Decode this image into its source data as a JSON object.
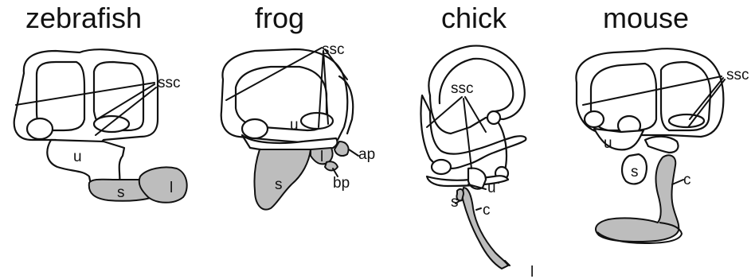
{
  "figure": {
    "panels": [
      {
        "title": "zebrafish",
        "labels": {
          "ssc": "ssc",
          "u": "u",
          "s": "s",
          "l": "l"
        }
      },
      {
        "title": "frog",
        "labels": {
          "ssc": "ssc",
          "u": "u",
          "l": "l",
          "ap": "ap",
          "bp": "bp",
          "s": "s"
        }
      },
      {
        "title": "chick",
        "labels": {
          "ssc": "ssc",
          "u": "u",
          "s": "s",
          "c": "c",
          "l": "l"
        }
      },
      {
        "title": "mouse",
        "labels": {
          "ssc": "ssc",
          "u": "u",
          "s": "s",
          "c": "c"
        }
      }
    ],
    "colors": {
      "ink": "#111111",
      "shading": "#bdbdbd",
      "background": "#ffffff"
    }
  }
}
